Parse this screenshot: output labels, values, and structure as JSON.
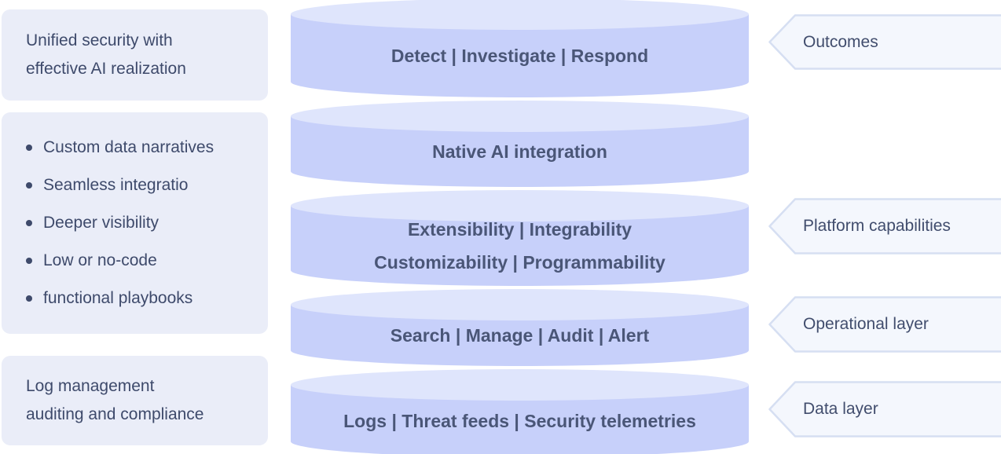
{
  "colors": {
    "box_bg": "#EAEDF8",
    "box_text": "#3E4A6B",
    "cyl_body": "#C7D0FA",
    "cyl_top": "#DFE5FC",
    "cyl_text": "#4A5677",
    "tag_bg": "#F4F7FD",
    "tag_border": "#D6DFF2",
    "tag_text": "#414D6D"
  },
  "left_notes": {
    "summary_top": {
      "lines": [
        "Unified security with",
        "effective AI realization"
      ]
    },
    "features": {
      "items": [
        "Custom data narratives",
        "Seamless integratio",
        "Deeper visibility",
        "Low or no-code",
        "functional playbooks"
      ]
    },
    "summary_bottom": {
      "lines": [
        "Log management",
        "auditing and compliance"
      ]
    }
  },
  "cylinders": [
    {
      "lines": [
        "Detect | Investigate | Respond"
      ]
    },
    {
      "lines": [
        "Native AI integration"
      ]
    },
    {
      "lines": [
        "Extensibility | Integrability",
        "Customizability | Programmability"
      ]
    },
    {
      "lines": [
        "Search | Manage | Audit | Alert"
      ]
    },
    {
      "lines": [
        "Logs | Threat feeds | Security telemetries"
      ]
    }
  ],
  "tags": [
    {
      "label": "Outcomes"
    },
    {
      "label": "Platform capabilities"
    },
    {
      "label": "Operational layer"
    },
    {
      "label": "Data layer"
    }
  ]
}
